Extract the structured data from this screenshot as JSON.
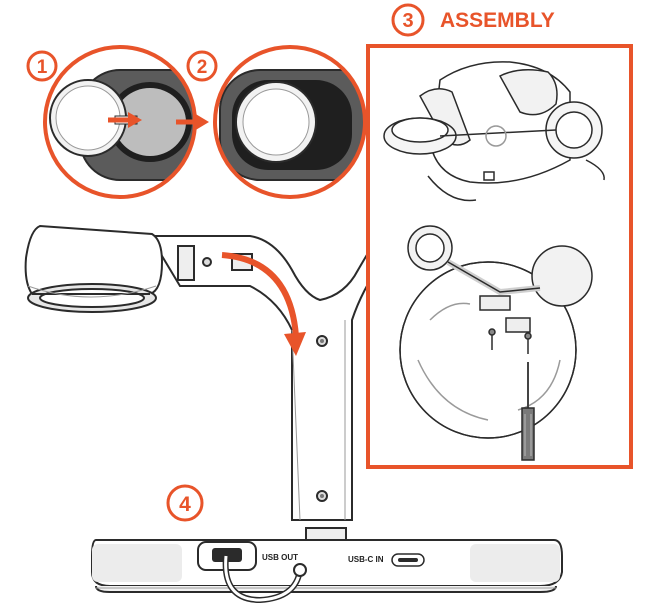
{
  "colors": {
    "accent": "#e8542a",
    "line": "#2b2b2b",
    "dark_gray": "#5b5b5b",
    "light_gray": "#e6e6e6"
  },
  "steps": {
    "step1": "1",
    "step2": "2",
    "step3": "3",
    "step4": "4"
  },
  "assembly_title": "ASSEMBLY",
  "base": {
    "usb_out": "USB OUT",
    "usb_c_in": "USB-C IN"
  },
  "icons": [
    "arrow-right-icon",
    "curved-arrow-icon",
    "screwdriver-icon",
    "screw-icon"
  ]
}
